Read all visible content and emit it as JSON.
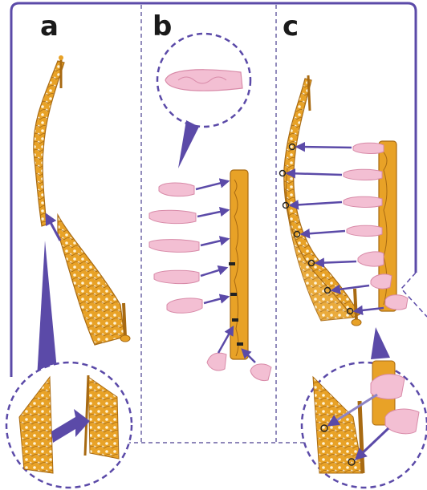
{
  "steps": [
    {
      "label": "a"
    },
    {
      "label": "b"
    },
    {
      "label": "c"
    }
  ],
  "colors": {
    "frame": "#5b4aa8",
    "divider": "#4a3f8f",
    "arrow": "#5b4aa8",
    "gold": "#e8a227",
    "gold_dark": "#a86a12",
    "pink": "#f3bfd3",
    "pink_dark": "#d88aa8"
  }
}
